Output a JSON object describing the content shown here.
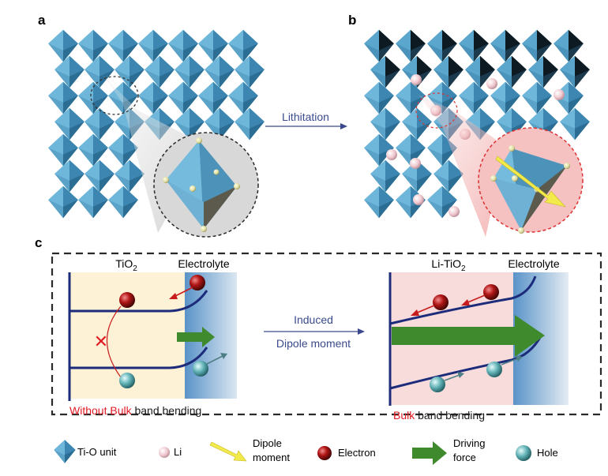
{
  "panels": {
    "a": "a",
    "b": "b",
    "c": "c"
  },
  "arrow_top": {
    "label": "Lithitation"
  },
  "left_box": {
    "material_main": "TiO",
    "material_sub": "2",
    "electrolyte": "Electrolyte",
    "caption_red": "Without Bulk",
    "caption_black": " band bending"
  },
  "middle": {
    "line1": "Induced",
    "line2": "Dipole moment"
  },
  "right_box": {
    "material_main": "Li-TiO",
    "material_sub": "2",
    "electrolyte": "Electrolyte",
    "caption_red": "Bulk",
    "caption_black": " band bending"
  },
  "legend": {
    "tio_unit": "Ti-O unit",
    "li": "Li",
    "dipole_l1": "Dipole",
    "dipole_l2": "moment",
    "electron": "Electron",
    "driving_l1": "Driving",
    "driving_l2": "force",
    "hole": "Hole"
  },
  "colors": {
    "octahedron": "#5fa9cf",
    "octahedron_dark": "#2f6f93",
    "band": "#1c2b7a",
    "electron": "#b01515",
    "hole": "#63b4b8",
    "li": "#f0c8cf",
    "driving": "#3e8a2d",
    "dipole": "#f2e94a",
    "warn_red": "#e01b24",
    "arrow": "#3b4a8c"
  }
}
